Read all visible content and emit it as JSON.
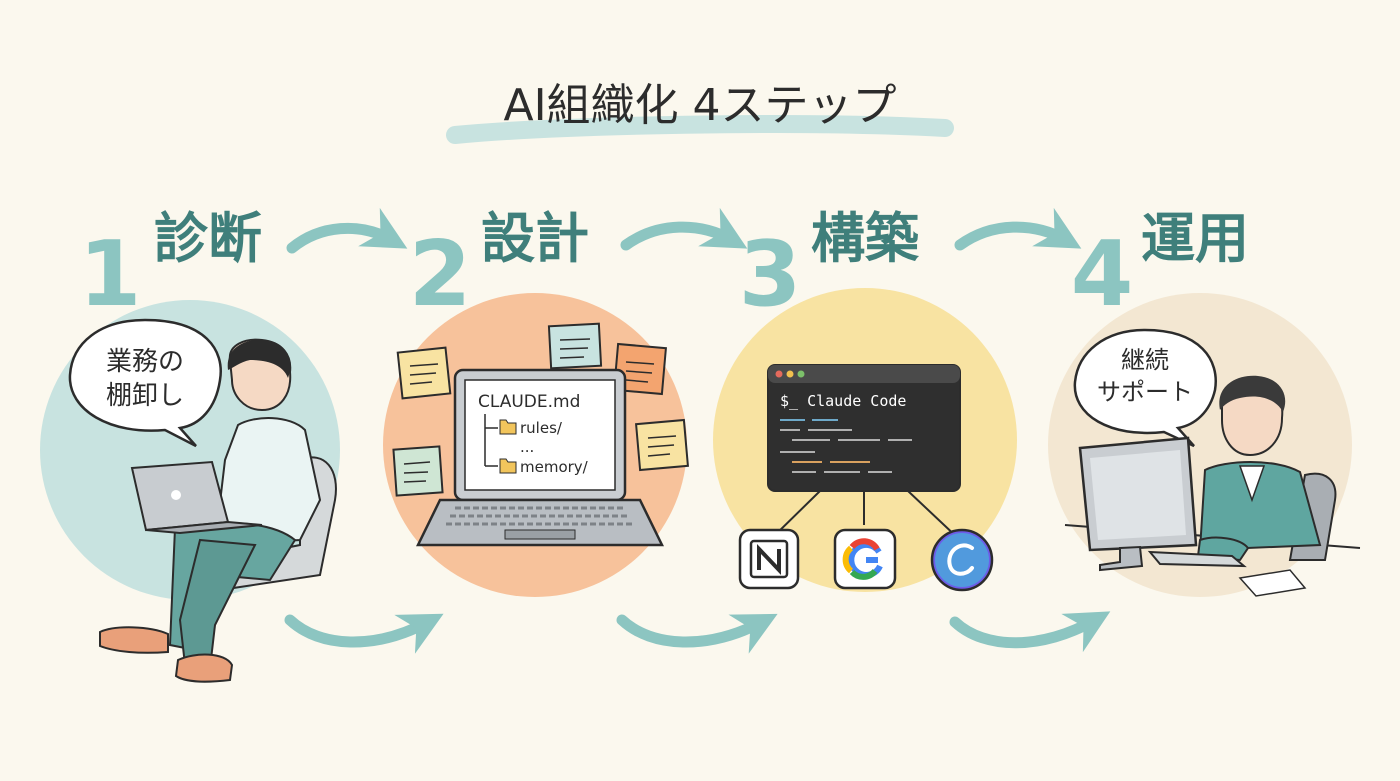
{
  "title": "AI組織化 4ステップ",
  "steps": [
    {
      "number": "1",
      "label": "診断",
      "bubble_line1": "業務の",
      "bubble_line2": "棚卸し"
    },
    {
      "number": "2",
      "label": "設計",
      "file_title": "CLAUDE.md",
      "tree": [
        "rules/",
        "...",
        "memory/"
      ]
    },
    {
      "number": "3",
      "label": "構築",
      "terminal_title": "$_ Claude Code",
      "integrations": [
        "notion-logo",
        "google-logo",
        "canva-logo"
      ]
    },
    {
      "number": "4",
      "label": "運用",
      "bubble_line1": "継続",
      "bubble_line2": "サポート"
    }
  ],
  "colors": {
    "teal": "#8cc5c1",
    "teal_dark": "#3f7f7b",
    "peach": "#f7c29b",
    "butter": "#f8e3a2",
    "cream": "#f3e7d2",
    "ink": "#2c2c2c"
  }
}
